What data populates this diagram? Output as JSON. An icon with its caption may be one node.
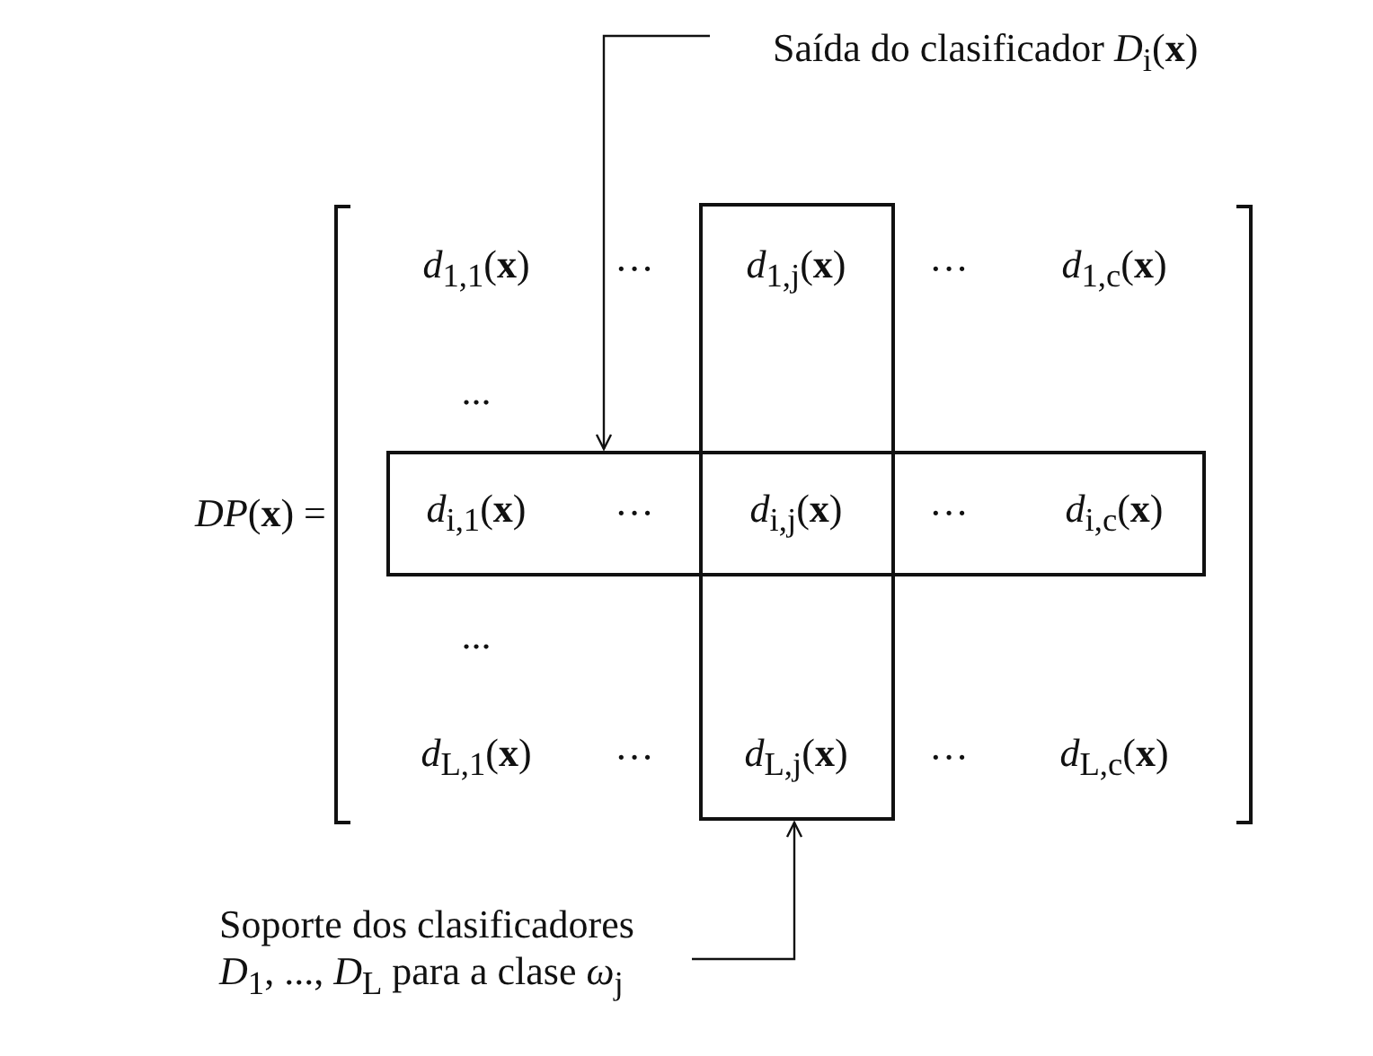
{
  "diagram": {
    "nodes": [
      {
        "text": [
          "Saída do clasificador *D*$_{i}$(**x**)"
        ]
      },
      {
        "text": [],
        "shape": "box"
      },
      {
        "text": [],
        "shape": "box"
      },
      {
        "text": [
          "Soporte dos clasificadores *D*$_{1}$, ..., *D*$_{L}$ para a clase *ω*$_{j}$"
        ]
      }
    ],
    "edges": [
      {
        "from": 0,
        "to": 2,
        "arrow": "to"
      },
      {
        "from": 3,
        "to": 1,
        "arrow": "to"
      }
    ],
    "labels": [
      "*DP*(**x**) =",
      "*d*$_{1,1}$(**x**)",
      "···",
      "*d*$_{1,j}$(**x**)",
      "···",
      "*d*$_{1,c}$(**x**)",
      "...",
      "*d*$_{i,1}$(**x**)",
      "···",
      "*d*$_{i,j}$(**x**)",
      "···",
      "*d*$_{i,c}$(**x**)",
      "...",
      "*d*$_{L,1}$(**x**)",
      "···",
      "*d*$_{L,j}$(**x**)",
      "···",
      "*d*$_{L,c}$(**x**)"
    ]
  }
}
